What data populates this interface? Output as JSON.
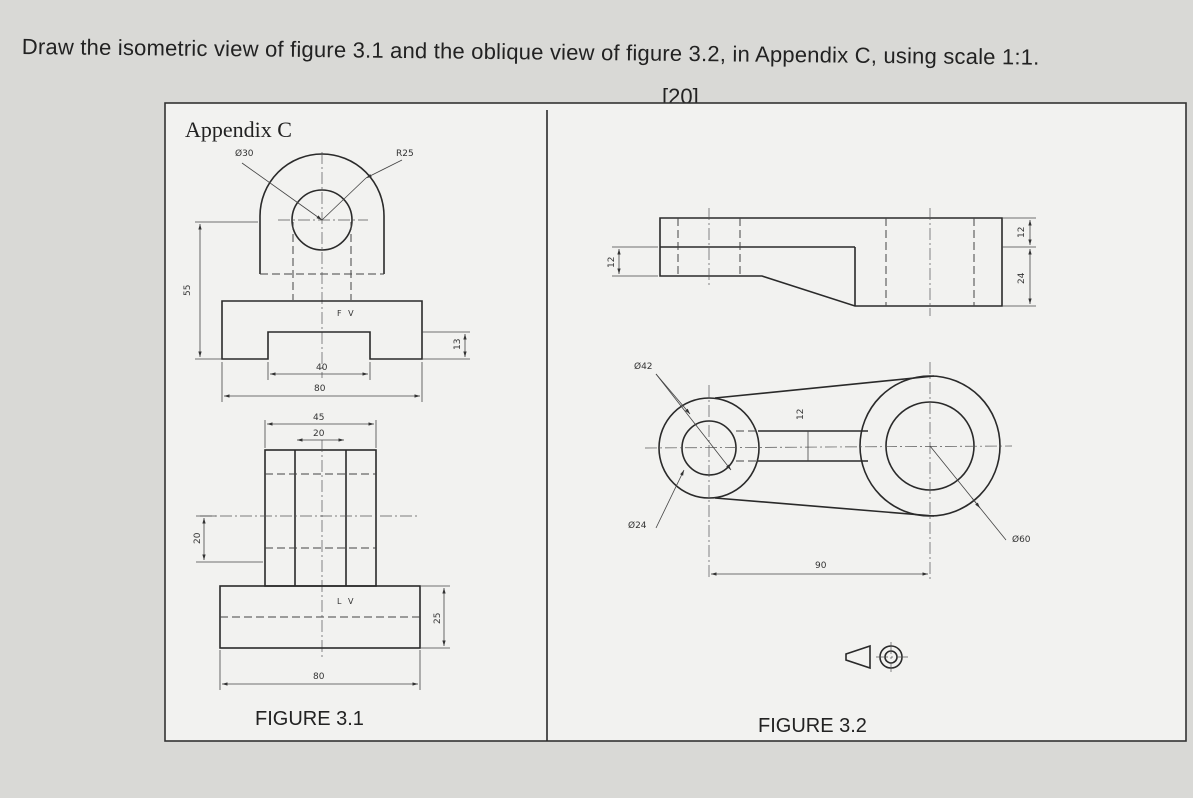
{
  "question": {
    "text": "Draw the isometric view of figure 3.1 and the oblique view of figure 3.2, in Appendix C, using scale 1:1.",
    "marks": "[20]"
  },
  "appendix": {
    "title": "Appendix C",
    "figure1": {
      "caption": "FIGURE 3.1",
      "front_view_label": "F V",
      "left_view_label": "L V",
      "dims": {
        "d30": "Ø30",
        "r25": "R25",
        "h55": "55",
        "w40": "40",
        "w80_fv": "80",
        "h13": "13",
        "w45": "45",
        "w20": "20",
        "h20": "20",
        "h25": "25",
        "w80_lv": "80"
      }
    },
    "figure2": {
      "caption": "FIGURE 3.2",
      "dims": {
        "h12_left": "12",
        "h12_right": "12",
        "h24": "24",
        "h12_mid": "12",
        "d42": "Ø42",
        "d24": "Ø24",
        "d60": "Ø60",
        "c90": "90"
      },
      "projection_symbol": "first-angle-projection-icon"
    }
  }
}
